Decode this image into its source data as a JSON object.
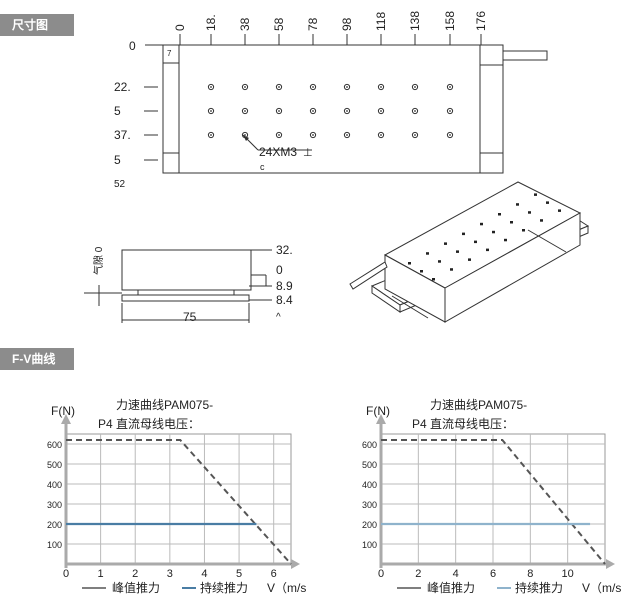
{
  "sections": {
    "dimensions_title": "尺寸图",
    "fv_title": "F-V曲线"
  },
  "drawing": {
    "top_dims": [
      "0",
      "18.",
      "38",
      "58",
      "78",
      "98",
      "118",
      "138",
      "158",
      "176"
    ],
    "row_dims": [
      "22.",
      "5",
      "37.",
      "5",
      "52"
    ],
    "zero_label": "0",
    "corner_mark": "7",
    "hole_note": "24XM3",
    "depth_mark": "⊥",
    "hole_sub": "c",
    "gap_label": "气隙 0",
    "side_dims": [
      "32.",
      "0",
      "8.9",
      "8.4",
      "^"
    ],
    "bottom_dim": "75"
  },
  "chart_data": [
    {
      "type": "line",
      "title": [
        "力速曲线PAM075-",
        "P4 直流母线电压："
      ],
      "ylabel": "F(N)",
      "xlabel": "V（m/s",
      "x_ticks": [
        "0",
        "1",
        "2",
        "3",
        "4",
        "5",
        "6"
      ],
      "y_ticks": [
        "100",
        "200",
        "300",
        "400",
        "500",
        "600"
      ],
      "xlim": [
        0,
        6.5
      ],
      "ylim": [
        0,
        650
      ],
      "series": [
        {
          "name": "峰值推力",
          "style": "dashed",
          "color": "#555555",
          "points": [
            [
              0,
              620
            ],
            [
              3.3,
              620
            ],
            [
              6.5,
              0
            ]
          ]
        },
        {
          "name": "持续推力",
          "style": "solid",
          "color": "#4a7da4",
          "points": [
            [
              0,
              200
            ],
            [
              5.5,
              200
            ]
          ]
        }
      ],
      "grid": true
    },
    {
      "type": "line",
      "title": [
        "力速曲线PAM075-",
        "P4 直流母线电压："
      ],
      "ylabel": "F(N)",
      "xlabel": "V（m/s",
      "x_ticks": [
        "0",
        "2",
        "4",
        "6",
        "8",
        "10"
      ],
      "y_ticks": [
        "100",
        "200",
        "300",
        "400",
        "500",
        "600"
      ],
      "xlim": [
        0,
        12
      ],
      "ylim": [
        0,
        650
      ],
      "series": [
        {
          "name": "峰值推力",
          "style": "dashed",
          "color": "#555555",
          "points": [
            [
              0,
              620
            ],
            [
              6.5,
              620
            ],
            [
              12,
              0
            ]
          ]
        },
        {
          "name": "持续推力",
          "style": "solid",
          "color": "#8fb3cc",
          "points": [
            [
              0,
              200
            ],
            [
              11.2,
              200
            ]
          ]
        }
      ],
      "grid": true
    }
  ]
}
